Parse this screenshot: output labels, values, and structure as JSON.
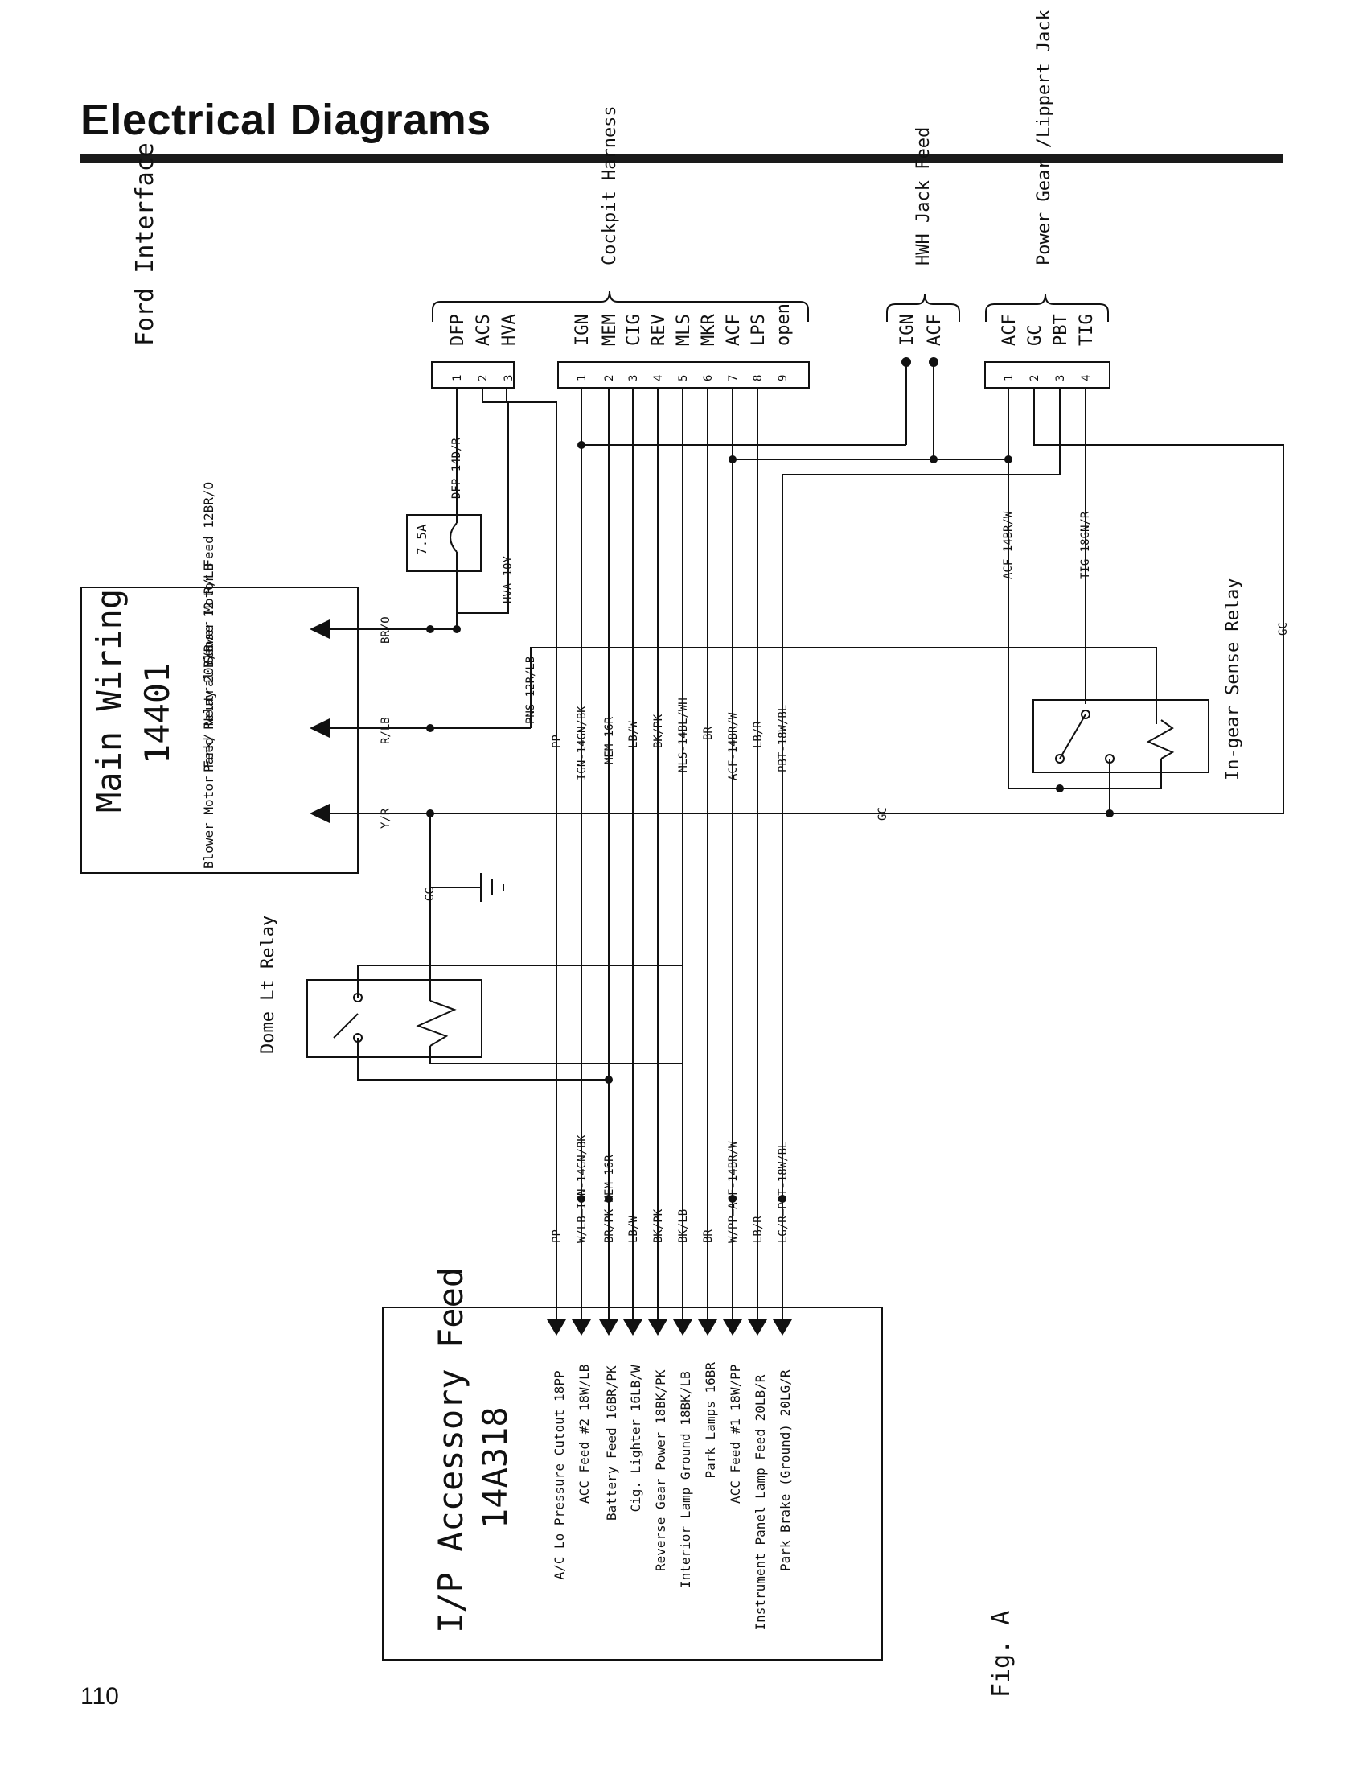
{
  "header": {
    "title": "Electrical Diagrams",
    "page_number": "110"
  },
  "diagram": {
    "ford_interface": "Ford Interface",
    "figure_label": "Fig. A",
    "cockpit_harness": {
      "title": "Cockpit Harness",
      "connector_a": {
        "pins": [
          "1",
          "2",
          "3"
        ],
        "signals": [
          "DFP",
          "ACS",
          "HVA"
        ]
      },
      "connector_b": {
        "pins": [
          "1",
          "2",
          "3",
          "4",
          "5",
          "6",
          "7",
          "8",
          "9"
        ],
        "signals": [
          "IGN",
          "MEM",
          "CIG",
          "REV",
          "MLS",
          "MKR",
          "ACF",
          "LPS",
          "open"
        ]
      }
    },
    "hwh_jack_feed": {
      "title": "HWH Jack Feed",
      "signals": [
        "IGN",
        "ACF"
      ]
    },
    "power_gear": {
      "title": "Power Gear /Lippert Jack Control",
      "pins": [
        "1",
        "2",
        "3",
        "4"
      ],
      "signals": [
        "ACF",
        "GC",
        "PBT",
        "TIG"
      ]
    },
    "fuse": {
      "label": "7.5A"
    },
    "main_wiring": {
      "title": "Main Wiring",
      "number": "14401",
      "blower_motor_feed": "Blower Motor Feed 12BR/O",
      "park_neutral_sense": "Park/ Neutral Sense 12 R/LB",
      "blower_motor_feed_relay": "Blower Motor Feed Relay 20Y/R",
      "wire_br_o": "BR/O",
      "wire_r_lb": "R/LB",
      "wire_y_r": "Y/R"
    },
    "dome_lt_relay": "Dome Lt Relay",
    "ingear_relay": "In-gear Sense Relay",
    "wire_labels": {
      "dfp": "DFP-14D/R",
      "hva": "HVA-10Y",
      "pns": "PNS-12R/LB",
      "gc": "GC",
      "acf_top": "ACF-14BR/W",
      "tig": "TIG-18GN/R",
      "pp": "PP",
      "ign": "IGN-14GN/BK",
      "mem": "MEM-16R",
      "lbw": "LB/W",
      "bkpk": "BK/PK",
      "mls": "MLS-14BL/WH",
      "br": "BR",
      "acf": "ACF-14BR/W",
      "lbr": "LB/R",
      "pbt": "PBT-18W/BL"
    },
    "lower_wire_labels": {
      "pp": "PP",
      "ign": "W/LB—IGN-14GN/BK",
      "mem": "BR/PK—MEM-16R",
      "lbw": "LB/W",
      "bkpk": "BK/PK",
      "bklb": "BK/LB",
      "br": "BR",
      "acf": "W/PP—ACF-14BR/W",
      "lbr": "LB/R",
      "pbt": "LG/R—PBT-18W/BL"
    },
    "ip_accessory_feed": {
      "title": "I/P Accessory Feed",
      "number": "14A318",
      "items": [
        "A/C Lo Pressure Cutout 18PP",
        "ACC Feed #2 18W/LB",
        "Battery Feed 16BR/PK",
        "Cig. Lighter 16LB/W",
        "Reverse Gear Power 18BK/PK",
        "Interior Lamp Ground 18BK/LB",
        "Park Lamps 16BR",
        "ACC Feed #1 18W/PP",
        "Instrument Panel Lamp Feed 20LB/R",
        "Park Brake (Ground) 20LG/R"
      ]
    }
  }
}
